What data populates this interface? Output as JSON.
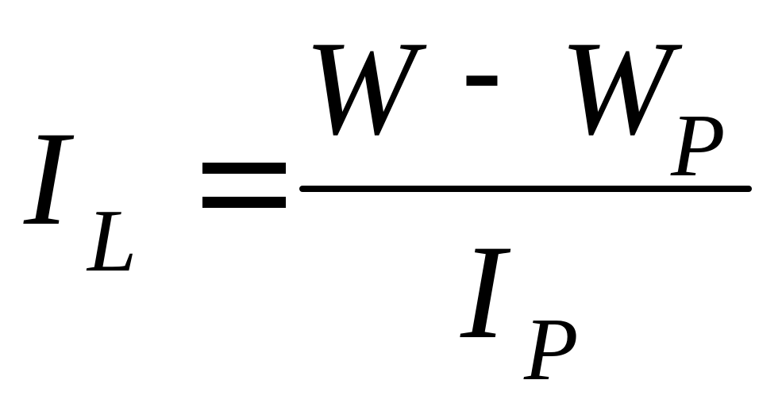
{
  "equation": {
    "lhs": {
      "symbol": "I",
      "subscript": "L"
    },
    "equals": "=",
    "numerator": {
      "term1": "W",
      "operator": "-",
      "term2": "W",
      "term2_subscript": "P"
    },
    "denominator": {
      "symbol": "I",
      "subscript": "P"
    }
  }
}
